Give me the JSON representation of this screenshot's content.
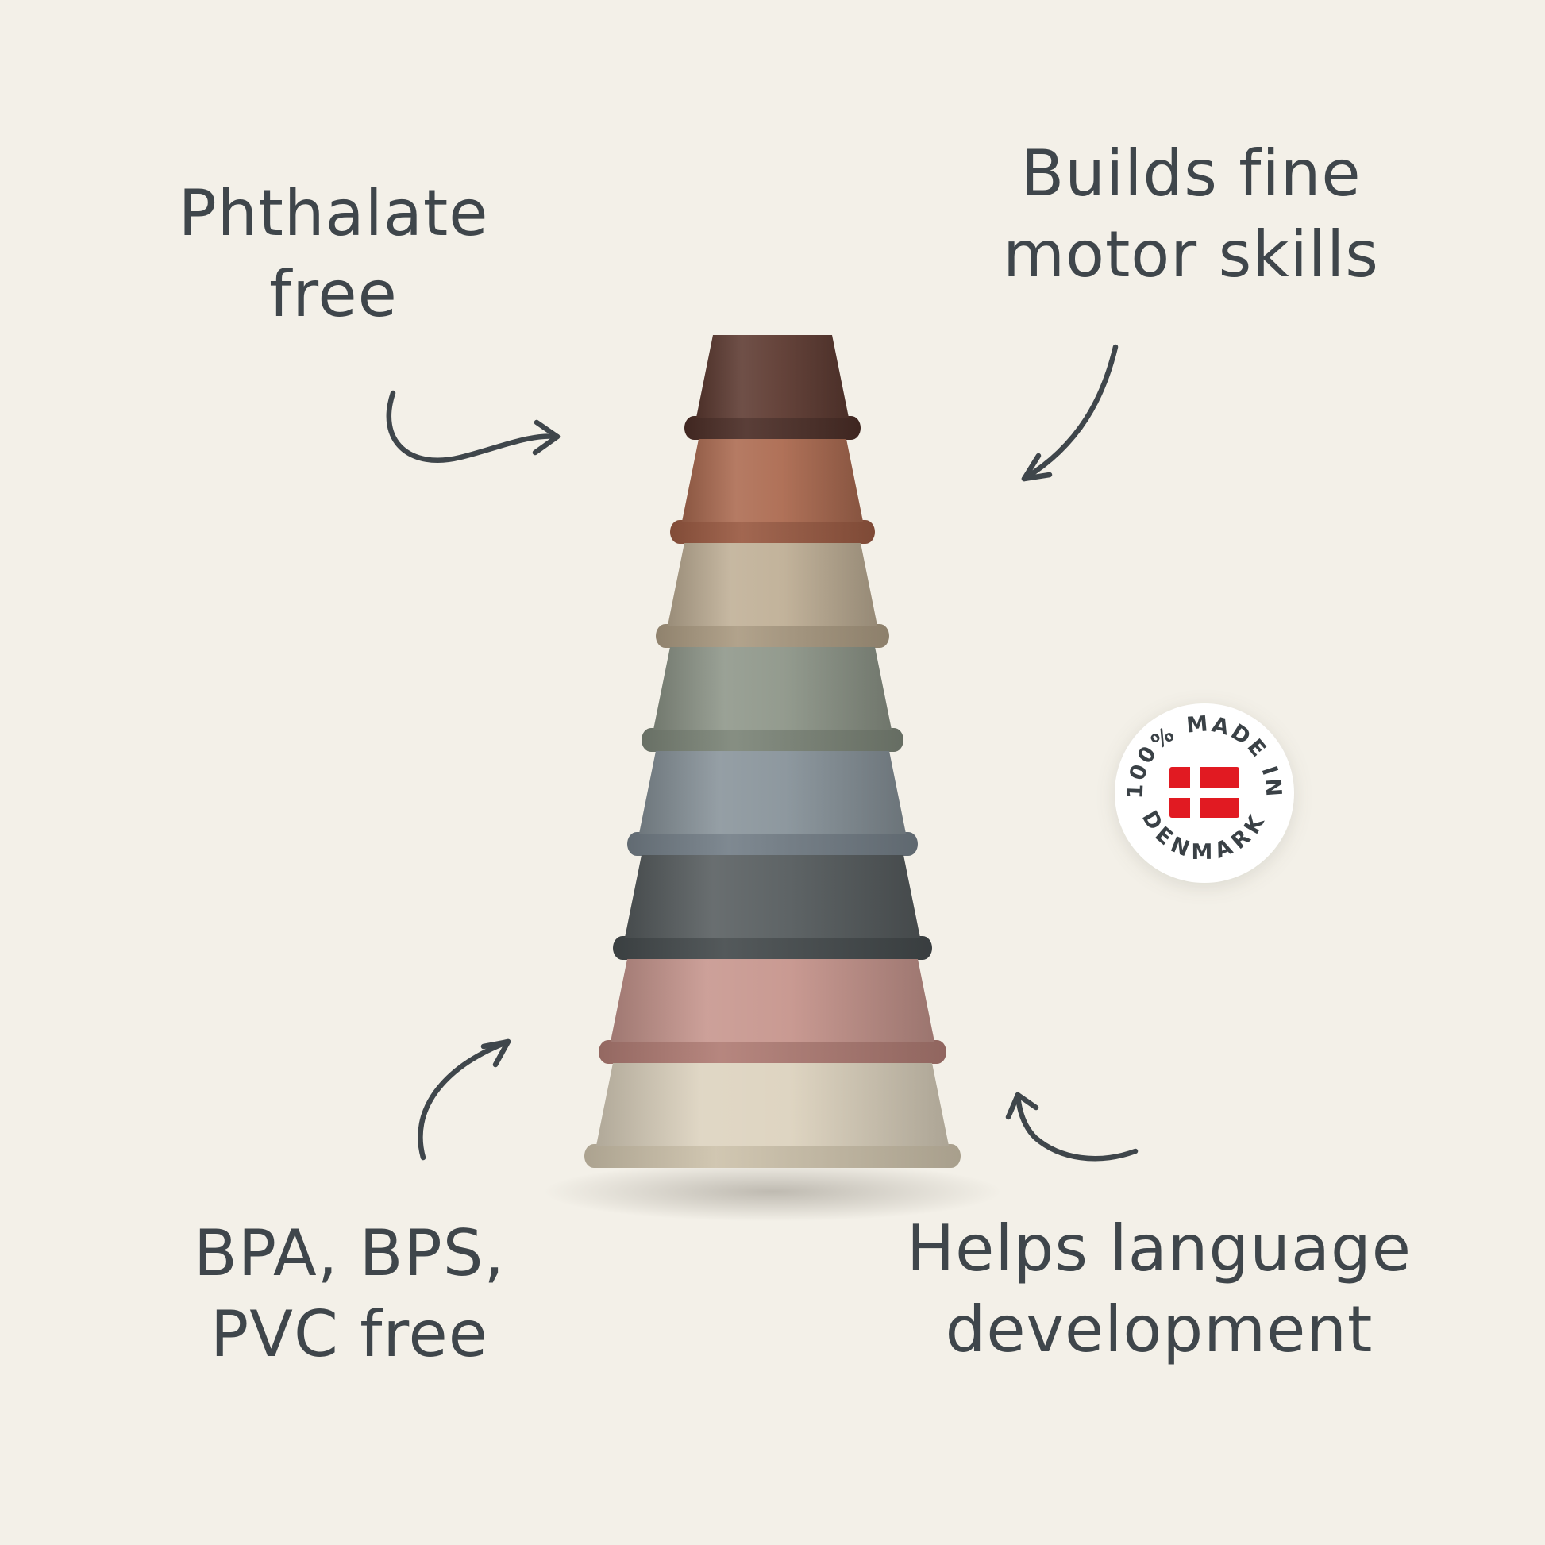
{
  "page": {
    "background": "#f3f0e8",
    "text_color": "#3f464b"
  },
  "annotations": {
    "phthalate_free": {
      "line1": "Phthalate",
      "line2": "free"
    },
    "fine_motor": {
      "line1": "Builds fine",
      "line2": "motor skills"
    },
    "bpa_free": {
      "line1": "BPA, BPS,",
      "line2": "PVC free"
    },
    "language": {
      "line1": "Helps language",
      "line2": "development"
    }
  },
  "badge": {
    "arc_top": "100% MADE IN",
    "arc_bottom": "DENMARK",
    "circle_color": "#ffffff",
    "text_color": "#3a4146",
    "flag_name": "denmark-flag",
    "flag_red": "#e11a22",
    "flag_white": "#ffffff"
  },
  "tower": {
    "cups": [
      {
        "name": "espresso-brown",
        "body": "#5f3c33",
        "rim": "#4c2e27"
      },
      {
        "name": "terracotta",
        "body": "#ad6c52",
        "rim": "#9a5a42"
      },
      {
        "name": "sand",
        "body": "#c0b097",
        "rim": "#ab9b82"
      },
      {
        "name": "sage",
        "body": "#8f978a",
        "rim": "#7c8578"
      },
      {
        "name": "slate-blue",
        "body": "#89949b",
        "rim": "#747f88"
      },
      {
        "name": "charcoal",
        "body": "#585e60",
        "rim": "#454b4d"
      },
      {
        "name": "rose",
        "body": "#c7968e",
        "rim": "#b07c74"
      },
      {
        "name": "ivory",
        "body": "#ddd3bf",
        "rim": "#cdc2ab"
      }
    ]
  }
}
